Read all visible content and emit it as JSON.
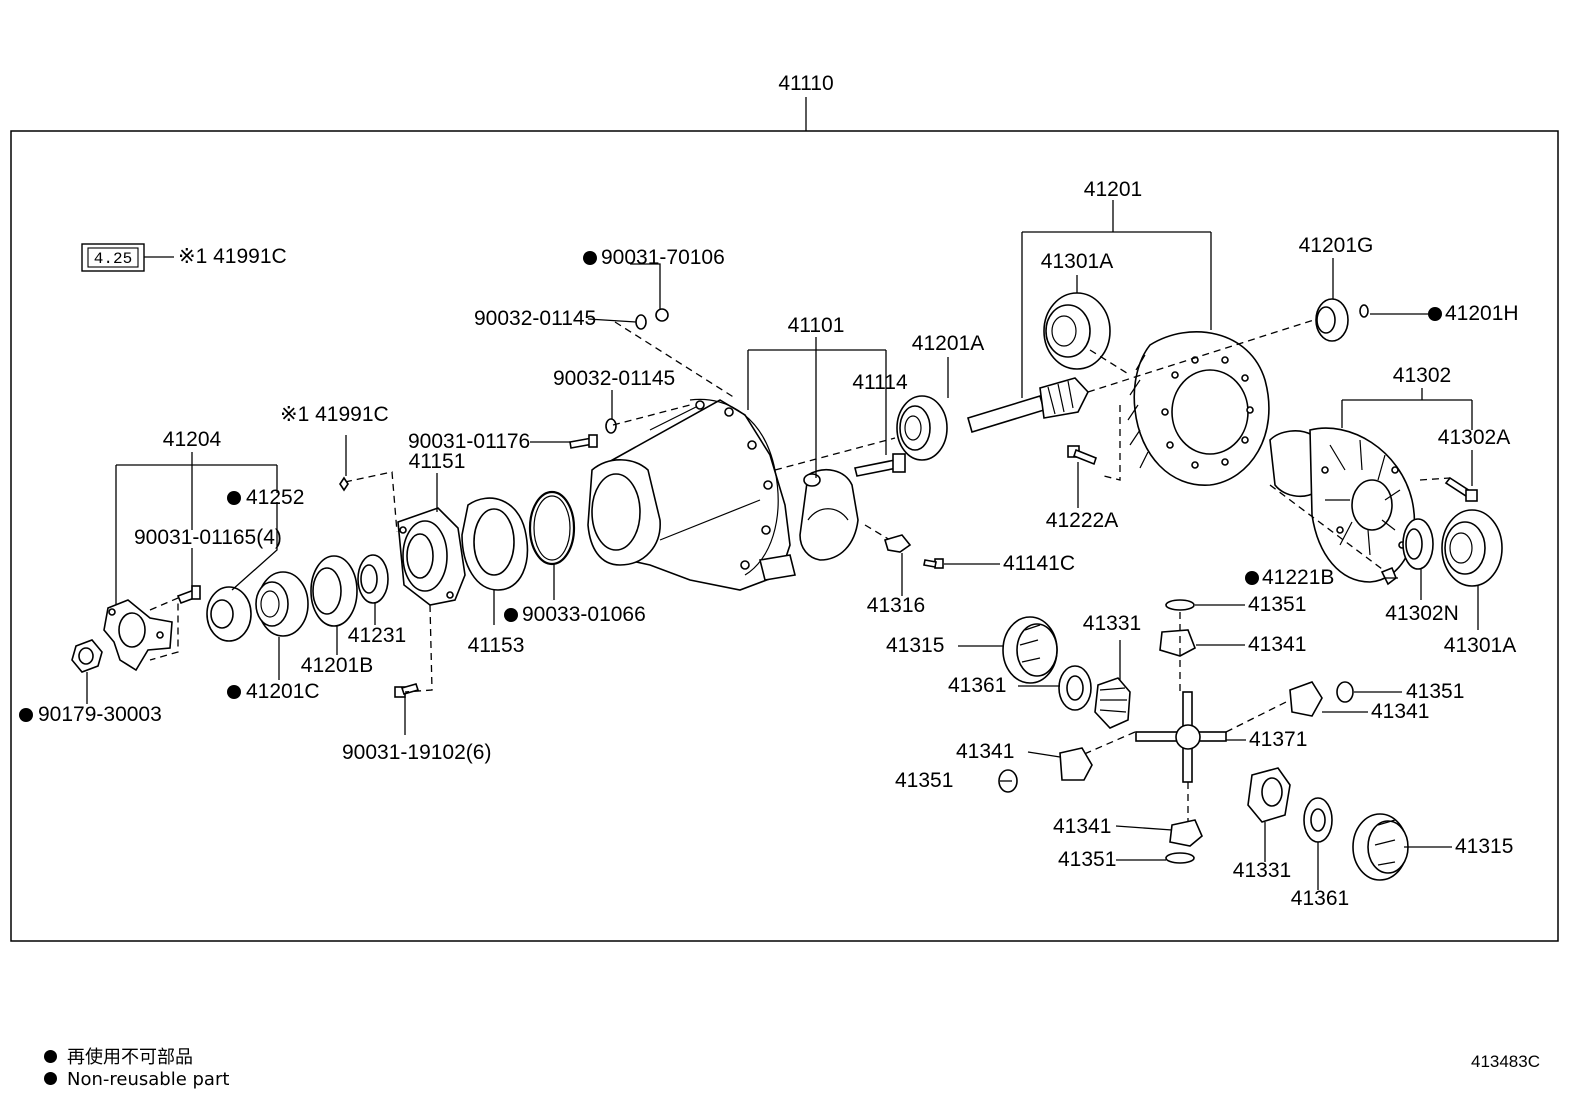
{
  "title": "41110",
  "figure_code": "413483C",
  "legend": [
    {
      "text": "再使用不可部品"
    },
    {
      "text": "Non-reusable part"
    }
  ],
  "box_label": "4.25",
  "labels": {
    "l41991c_top": "※1 41991C",
    "l41991c_mid": "※1 41991C",
    "l90031_70106": "90031-70106",
    "l90032_01145_a": "90032-01145",
    "l90032_01145_b": "90032-01145",
    "l90031_01176": "90031-01176",
    "l41101": "41101",
    "l41114": "41114",
    "l41201a": "41201A",
    "l41201": "41201",
    "l41301a_top": "41301A",
    "l41201g": "41201G",
    "l41201h": "41201H",
    "l41302": "41302",
    "l41302a": "41302A",
    "l41222a": "41222A",
    "l41204": "41204",
    "l41252": "41252",
    "l90031_01165": "90031-01165(4)",
    "l41151": "41151",
    "l41201c": "41201C",
    "l41201b": "41201B",
    "l41231": "41231",
    "l41153": "41153",
    "l90033_01066": "90033-01066",
    "l90179_30003": "90179-30003",
    "l90031_19102": "90031-19102(6)",
    "l41141c": "41141C",
    "l41316": "41316",
    "l41221b": "41221B",
    "l41302n": "41302N",
    "l41301a_bot": "41301A",
    "l41351_a": "41351",
    "l41341_a": "41341",
    "l41331_a": "41331",
    "l41315_a": "41315",
    "l41361_a": "41361",
    "l41351_b": "41351",
    "l41341_b": "41341",
    "l41371": "41371",
    "l41341_c": "41341",
    "l41351_c": "41351",
    "l41341_d": "41341",
    "l41351_d": "41351",
    "l41331_b": "41331",
    "l41361_b": "41361",
    "l41315_b": "41315"
  }
}
